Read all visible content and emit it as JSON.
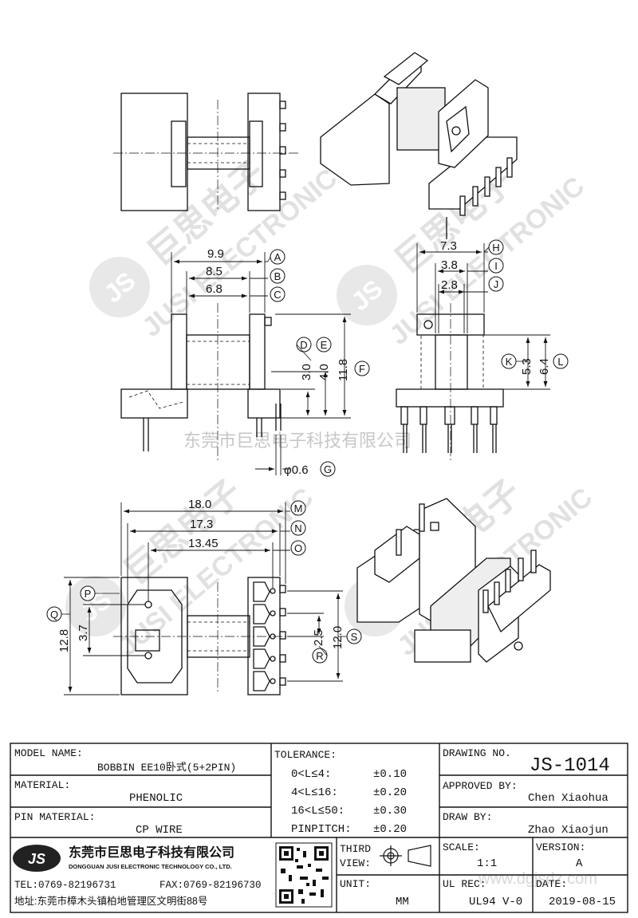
{
  "watermark": {
    "logo": "JS",
    "chinese": "巨思电子",
    "english": "JUSI ELECTRONIC",
    "company_cn": "东莞市巨思电子科技有限公司",
    "site": "www.dgjsdz.com"
  },
  "dimensions": {
    "top_width_outer": "9.9",
    "top_width_mid": "8.5",
    "top_width_inner": "6.8",
    "side_width_outer": "7.3",
    "side_width_mid": "3.8",
    "side_width_inner": "2.8",
    "height_a": "3.0",
    "height_b": "4.0",
    "height_total": "11.8",
    "side_h1": "5.3",
    "side_h2": "6.4",
    "pin_dia": "φ0.6",
    "bottom_w1": "18.0",
    "bottom_w2": "17.3",
    "bottom_w3": "13.45",
    "bottom_h_total": "12.8",
    "bottom_h_small": "3.7",
    "pin_pitch": "2.5",
    "pin_span": "12.0"
  },
  "callouts": {
    "A": "A",
    "B": "B",
    "C": "C",
    "D": "D",
    "E": "E",
    "F": "F",
    "G": "G",
    "H": "H",
    "I": "I",
    "J": "J",
    "K": "K",
    "L": "L",
    "M": "M",
    "N": "N",
    "O": "O",
    "P": "P",
    "Q": "Q",
    "R": "R",
    "S": "S"
  },
  "title_block": {
    "model_label": "MODEL NAME:",
    "model_value": "BOBBIN EE10卧式(5+2PIN)",
    "material_label": "MATERIAL:",
    "material_value": "PHENOLIC",
    "pin_material_label": "PIN MATERIAL:",
    "pin_material_value": "CP WIRE",
    "tolerance_label": "TOLERANCE:",
    "tolerances": [
      {
        "range": "0<L≤4:",
        "value": "±0.10"
      },
      {
        "range": "4<L≤16:",
        "value": "±0.20"
      },
      {
        "range": "16<L≤50:",
        "value": "±0.30"
      },
      {
        "range": "PINPITCH:",
        "value": "±0.20"
      }
    ],
    "drawing_no_label": "DRAWING NO.",
    "drawing_no_value": "JS-1014",
    "approved_label": "APPROVED BY:",
    "approved_value": "Chen Xiaohua",
    "draw_label": "DRAW BY:",
    "draw_value": "Zhao Xiaojun",
    "company_logo": "JS",
    "company_cn": "东莞市巨思电子科技有限公司",
    "company_en": "DONGGUAN JUSI ELECTRONIC TECHNOLOGY CO., LTD.",
    "tel": "TEL:0769-82196731",
    "fax": "FAX:0769-82196730",
    "address": "地址:东莞市樟木头镇柏地管理区文明街88号",
    "third_view_label_1": "THIRD",
    "third_view_label_2": "VIEW:",
    "unit_label": "UNIT:",
    "unit_value": "MM",
    "scale_label": "SCALE:",
    "scale_value": "1:1",
    "version_label": "VERSION:",
    "version_value": "A",
    "ul_label": "UL REC:",
    "ul_value": "UL94 V-0",
    "date_label": "DATE:",
    "date_value": "2019-08-15"
  }
}
